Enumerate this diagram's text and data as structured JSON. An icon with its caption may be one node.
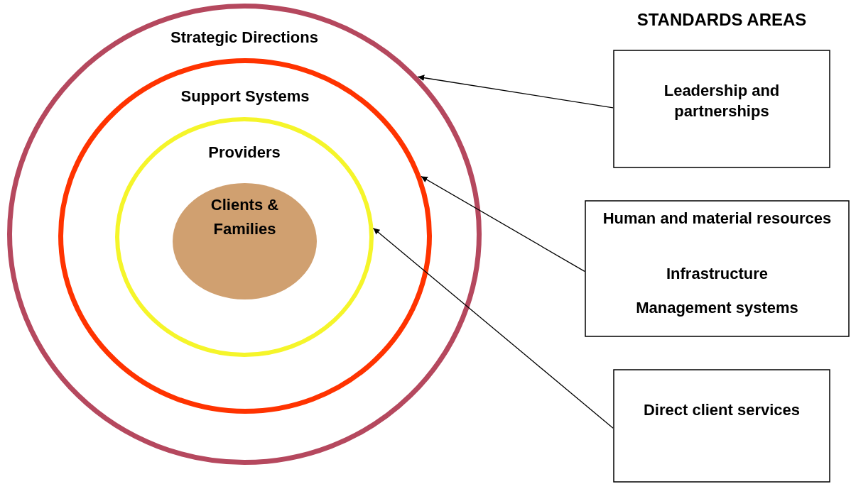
{
  "diagram": {
    "title": "STANDARDS AREAS",
    "nodes": [
      {
        "text": [
          "Strategic Directions"
        ]
      },
      {
        "text": [
          "Support Systems"
        ],
        "in": 0
      },
      {
        "text": [
          "Providers"
        ],
        "in": 1
      },
      {
        "text": [
          "Clients & Families"
        ],
        "in": 2
      },
      {
        "text": [
          "Leadership and partnerships"
        ]
      },
      {
        "text": [
          "Human and material resources",
          "Infrastructure",
          "Management systems"
        ]
      },
      {
        "text": [
          "Direct client services"
        ]
      }
    ],
    "edges": [
      {
        "from": 4,
        "to": 0,
        "arrow": "to"
      },
      {
        "from": 5,
        "to": 1,
        "arrow": "to"
      },
      {
        "from": 6,
        "to": 2,
        "arrow": "to"
      }
    ]
  }
}
